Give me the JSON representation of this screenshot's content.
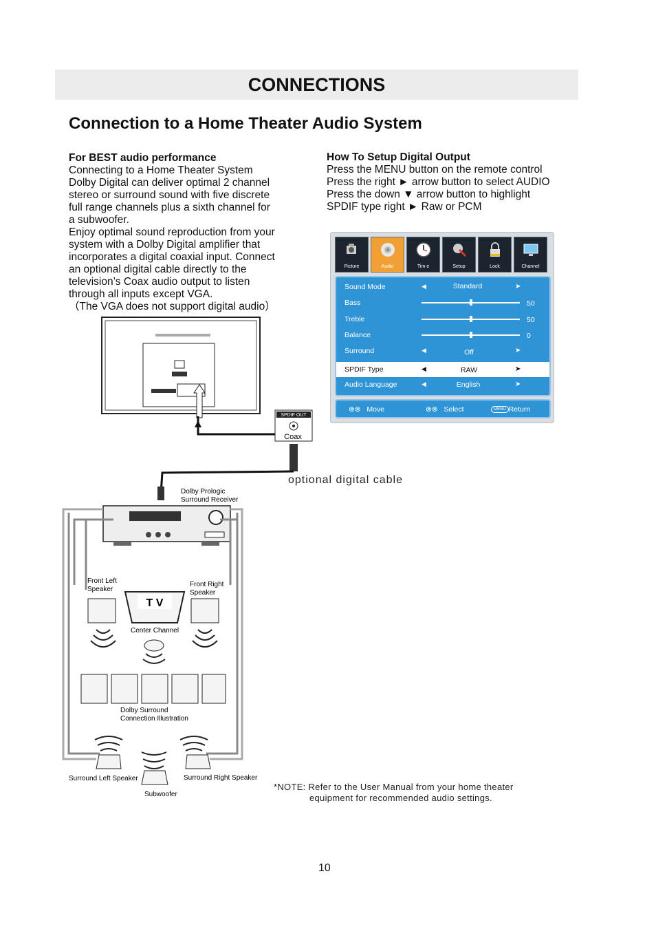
{
  "banner": {
    "title": "CONNECTIONS"
  },
  "subtitle": "Connection to a Home Theater Audio System",
  "left": {
    "heading": "For BEST audio performance",
    "lines": [
      "Connecting to a Home Theater System",
      "Dolby Digital can deliver optimal 2 channel",
      "stereo or surround sound with five discrete",
      "full range channels plus a sixth channel for",
      "a subwoofer.",
      "Enjoy optimal sound reproduction from your",
      "system with a Dolby Digital amplifier that",
      "incorporates a digital coaxial input. Connect",
      "an optional digital cable directly to the",
      "television’s Coax audio output to listen",
      "through all inputs except VGA.",
      "（The VGA does not support digital audio）"
    ]
  },
  "right": {
    "heading": "How To Setup Digital Output",
    "lines": [
      "Press the MENU button on the remote control",
      "Press the right ► arrow button to select AUDIO",
      "Press the down ▼  arrow button to highlight",
      "SPDIF type right ► Raw or PCM"
    ]
  },
  "osd": {
    "tabs": [
      "Picture",
      "Audio",
      "Tim e",
      "Setup",
      "Lock",
      "Channel"
    ],
    "active_tab": "Audio",
    "rows": {
      "sound_mode": {
        "label": "Sound   Mode",
        "value": "Standard"
      },
      "bass": {
        "label": "Bass",
        "value": "50"
      },
      "treble": {
        "label": "Treble",
        "value": "50"
      },
      "balance": {
        "label": "Balance",
        "value": "0"
      },
      "surround": {
        "label": "Surround",
        "value": "Off"
      },
      "spdif": {
        "label": "SPDIF  Type",
        "value": "RAW"
      },
      "audio_language": {
        "label": "Audio  Language",
        "value": "English"
      }
    },
    "levels": {
      "bass": 0.5,
      "treble": 0.5,
      "balance": 0.5
    },
    "footer": {
      "move": "Move",
      "select": "Select",
      "menu_pill": "MENU",
      "return": "Return"
    },
    "colors": {
      "panel": "#2e94d6",
      "active_tab": "#f0a035",
      "tab": "#1c2430"
    }
  },
  "diagram": {
    "spdif_label": "SPDIF  OUT",
    "coax_label": "Coax",
    "cable_label": "optional digital cable",
    "receiver_label_1": "Dolby Prologic",
    "receiver_label_2": "Surround Receiver",
    "front_left_1": "Front Left",
    "front_left_2": "Speaker",
    "front_right_1": "Front Right",
    "front_right_2": "Speaker",
    "tv_label": "T V",
    "center_label": "Center Channel",
    "illustration_1": "Dolby Surround",
    "illustration_2": "Connection Illustration",
    "surround_left": "Surround Left Speaker",
    "surround_right": "Surround Right Speaker",
    "subwoofer": "Subwoofer"
  },
  "note": {
    "line1": "*NOTE: Refer to the User Manual from your home theater",
    "line2": "equipment for recommended audio settings."
  },
  "page_number": "10"
}
